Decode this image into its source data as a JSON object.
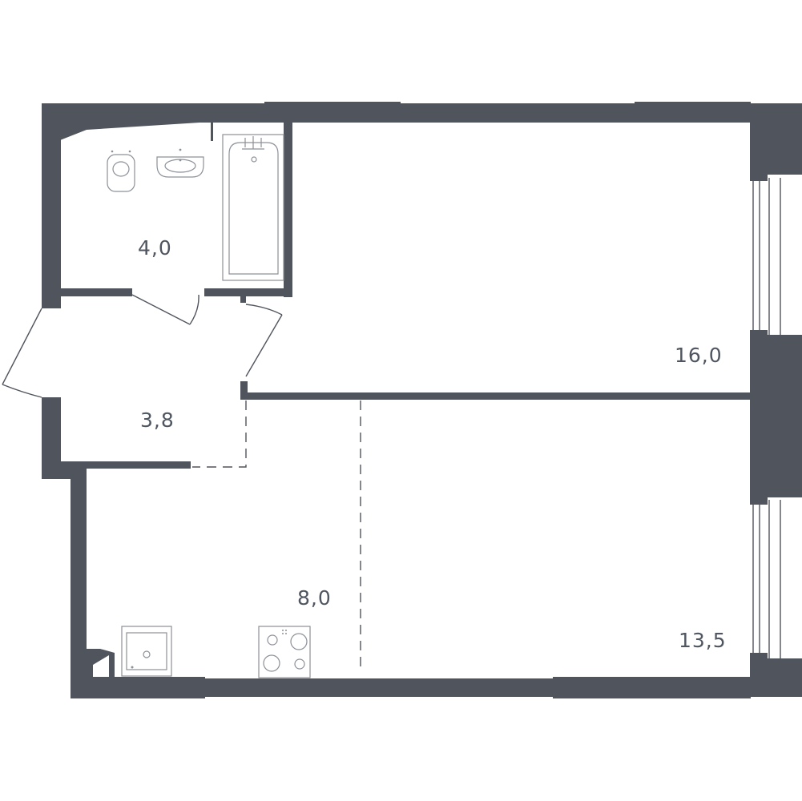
{
  "rooms": {
    "bathroom_area": "4,0",
    "hallway_area": "3,8",
    "bedroom_area": "16,0",
    "kitchen_area": "8,0",
    "living_area": "13,5"
  },
  "colors": {
    "walls": "#50545c",
    "fixtures": "#8c9097",
    "labels": "#4f5660",
    "background": "#ffffff"
  },
  "icons": {
    "toilet": "toilet-icon",
    "washbasin": "washbasin-icon",
    "bathtub": "bathtub-icon",
    "sink": "kitchen-sink-icon",
    "cooktop": "cooktop-icon"
  }
}
